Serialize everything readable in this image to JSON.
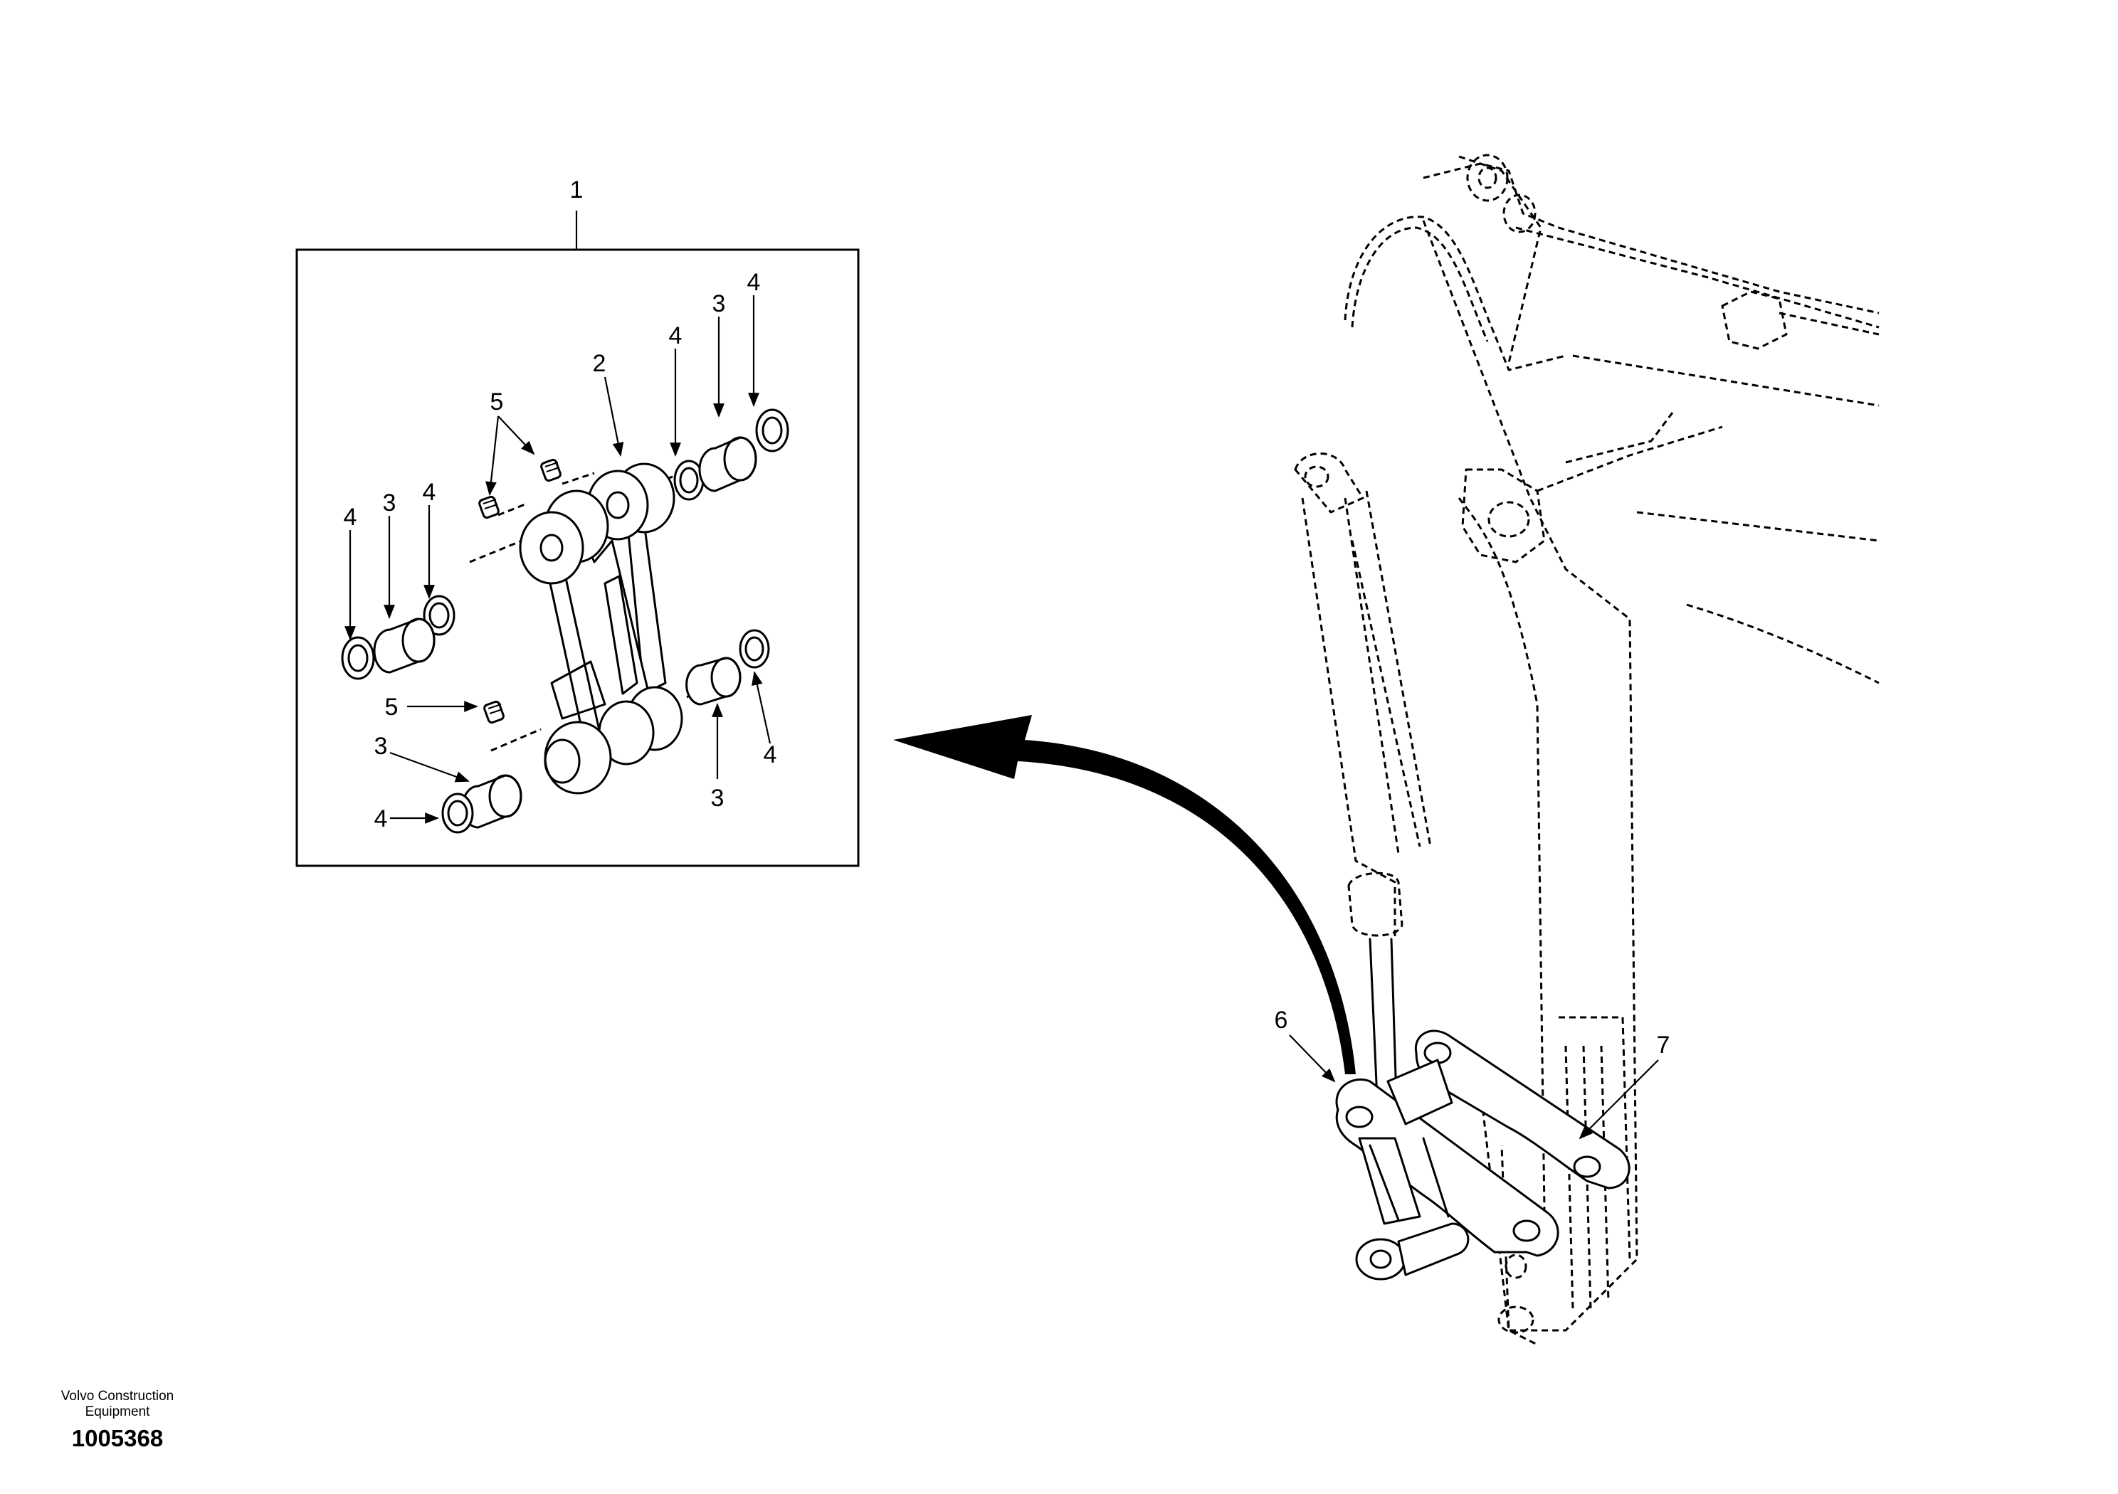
{
  "callouts": {
    "c1": "1",
    "c2": "2",
    "c3_top": "3",
    "c4_top_right": "4",
    "c4_top_left": "4",
    "c5_top": "5",
    "c4_left_a": "4",
    "c3_left": "3",
    "c4_left_b": "4",
    "c5_mid": "5",
    "c3_bottom_left": "3",
    "c4_bottom_left": "4",
    "c3_bottom_right": "3",
    "c4_bottom_right": "4",
    "c6": "6",
    "c7": "7"
  },
  "footer": {
    "company_line1": "Volvo Construction",
    "company_line2": "Equipment",
    "drawing_number": "1005368"
  }
}
